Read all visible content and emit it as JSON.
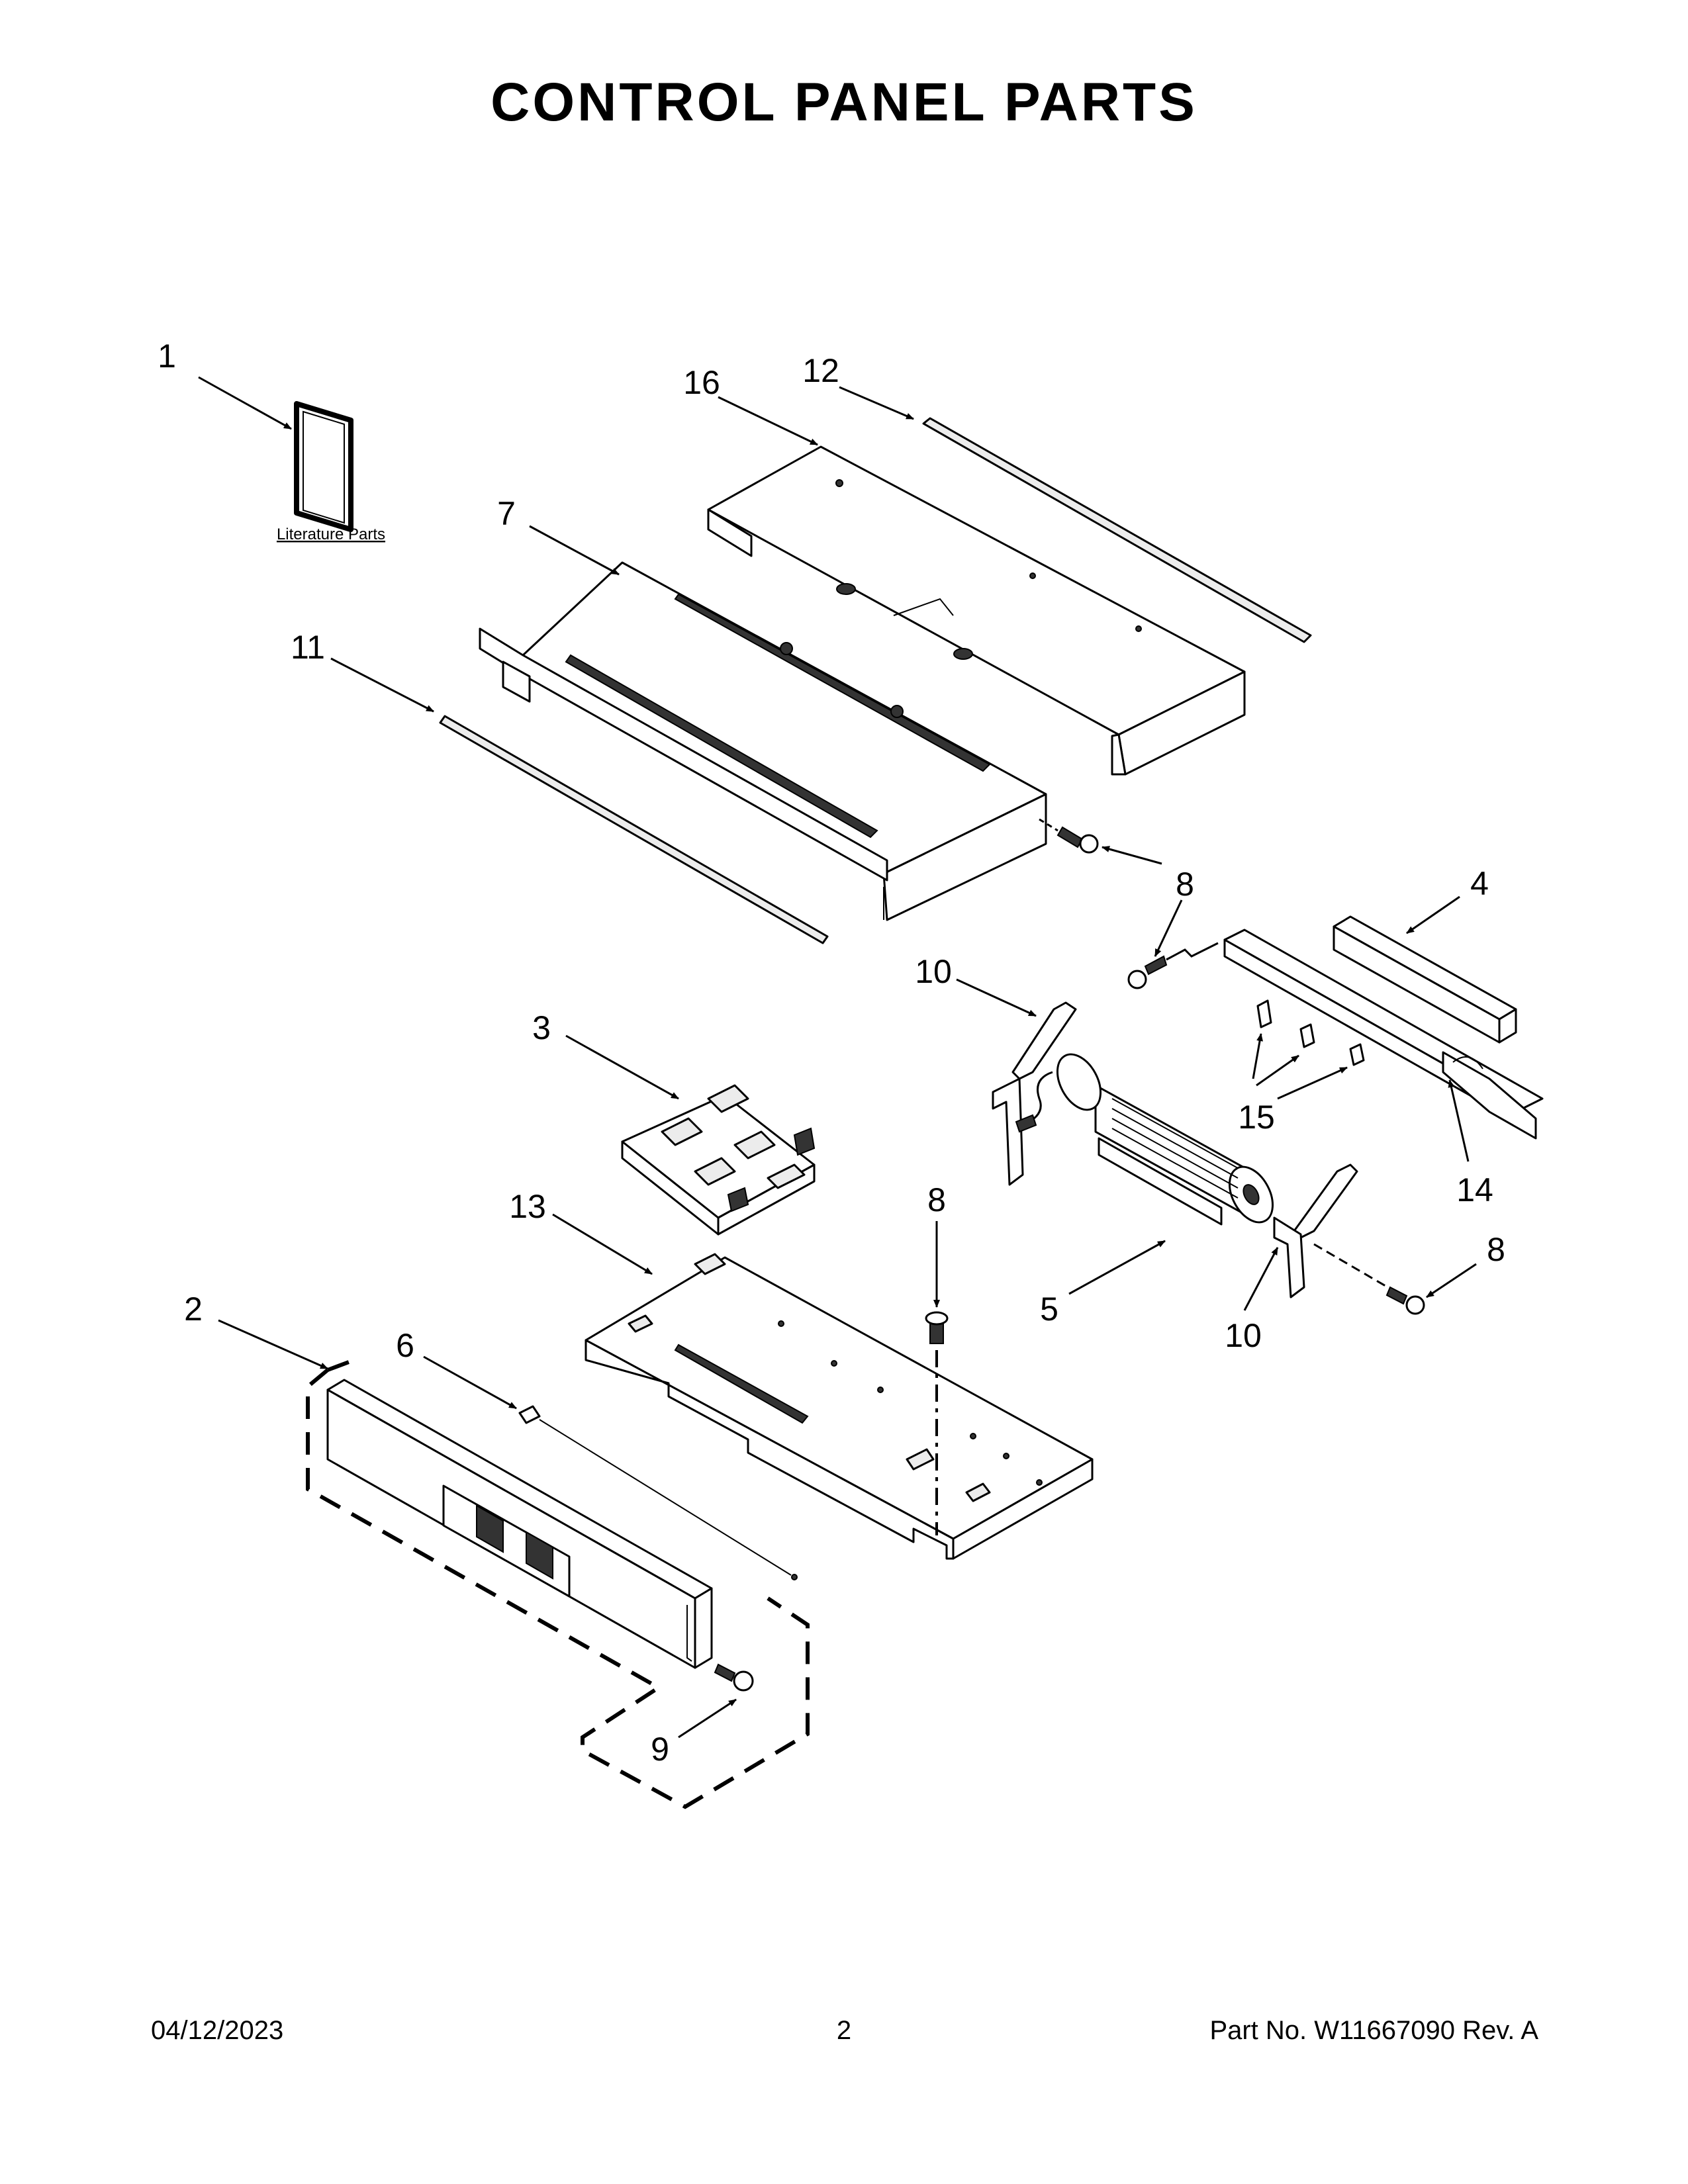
{
  "title": "CONTROL PANEL PARTS",
  "literature_label": "Literature Parts",
  "callouts": {
    "c1": "1",
    "c2": "2",
    "c3": "3",
    "c4": "4",
    "c5": "5",
    "c6": "6",
    "c7": "7",
    "c8a": "8",
    "c8b": "8",
    "c8c": "8",
    "c9": "9",
    "c10a": "10",
    "c10b": "10",
    "c11": "11",
    "c12": "12",
    "c13": "13",
    "c14": "14",
    "c15": "15",
    "c16": "16"
  },
  "footer": {
    "date": "04/12/2023",
    "page": "2",
    "part_no": "Part No.  W11667090  Rev.  A"
  }
}
